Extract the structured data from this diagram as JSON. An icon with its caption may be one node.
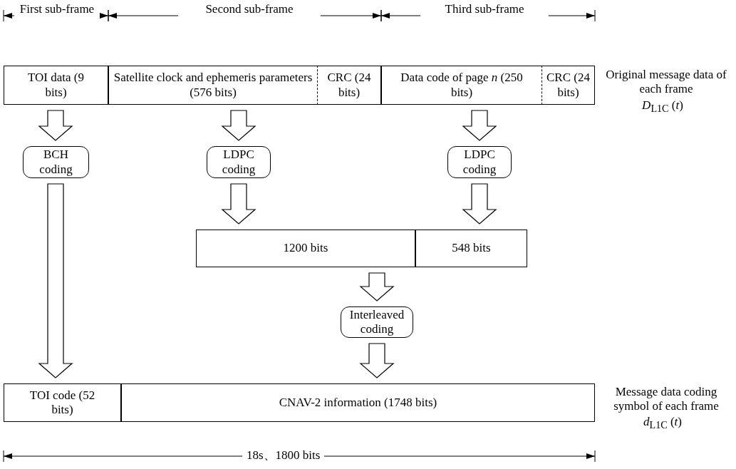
{
  "diagram": {
    "nodes": [
      {
        "text": [
          "TOI data (9 bits)"
        ]
      },
      {
        "text": [
          "Satellite clock and ephemeris parameters (576 bits)"
        ]
      },
      {
        "text": [
          "CRC (24 bits)"
        ]
      },
      {
        "text": [
          "Data code of page *n* (250 bits)"
        ]
      },
      {
        "text": [
          "CRC (24 bits)"
        ]
      },
      {
        "text": [
          "BCH coding"
        ]
      },
      {
        "text": [
          "LDPC coding"
        ]
      },
      {
        "text": [
          "LDPC coding"
        ]
      },
      {
        "text": [
          "1200 bits"
        ]
      },
      {
        "text": [
          "548 bits"
        ]
      },
      {
        "text": [
          "Interleaved coding"
        ]
      },
      {
        "text": [
          "TOI code (52 bits)"
        ]
      },
      {
        "text": [
          "CNAV-2 information (1748 bits)"
        ]
      }
    ],
    "edges": [
      {
        "from": 0,
        "to": 5,
        "arrow": "to"
      },
      {
        "from": 1,
        "to": 6,
        "arrow": "to"
      },
      {
        "from": 3,
        "to": 7,
        "arrow": "to"
      },
      {
        "from": 5,
        "to": 11,
        "arrow": "to"
      },
      {
        "from": 6,
        "to": 8,
        "arrow": "to"
      },
      {
        "from": 7,
        "to": 9,
        "arrow": "to"
      },
      {
        "from": 8,
        "to": 10,
        "arrow": "to"
      },
      {
        "from": 10,
        "to": 12,
        "arrow": "to"
      }
    ],
    "labels": [
      "First sub-frame",
      "Second sub-frame",
      "Third sub-frame",
      "Original message data of each frame",
      "*D*$_{L1C}$ (*t*)",
      "Message data coding symbol of each frame",
      "*d*$_{L1C}$ (*t*)",
      "18s、1800 bits"
    ]
  }
}
